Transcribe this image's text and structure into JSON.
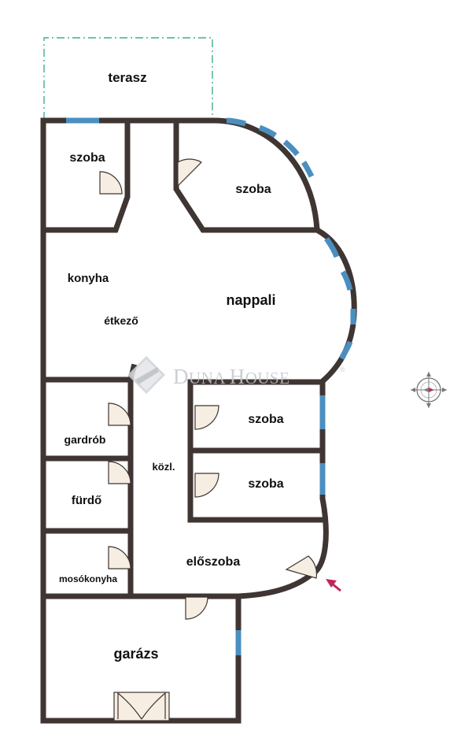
{
  "colors": {
    "wall": "#3f3532",
    "window": "#4b8fc0",
    "terrace_outline": "#3fae93",
    "door_fill": "#f6eee2",
    "entrance_arrow": "#c0275a",
    "watermark": "#c4c8cc"
  },
  "rooms": {
    "terasz": "terasz",
    "szoba_top_left": "szoba",
    "szoba_top_right": "szoba",
    "konyha": "konyha",
    "etkezo": "étkező",
    "nappali": "nappali",
    "szoba_mid_1": "szoba",
    "szoba_mid_2": "szoba",
    "gardrob": "gardrób",
    "kozl": "közl.",
    "furdo": "fürdő",
    "mosokonyha": "mosókonyha",
    "eloszoba": "előszoba",
    "garazs": "garázs"
  },
  "watermark": {
    "text_part1": "D",
    "text_part2": "UNA ",
    "text_part3": "H",
    "text_part4": "OUSE",
    "mark": "®",
    "logo_icon": "diamond-logo-icon"
  },
  "icons": {
    "compass": "compass-icon",
    "entrance": "entrance-arrow-icon",
    "door": "door-swing-icon"
  }
}
